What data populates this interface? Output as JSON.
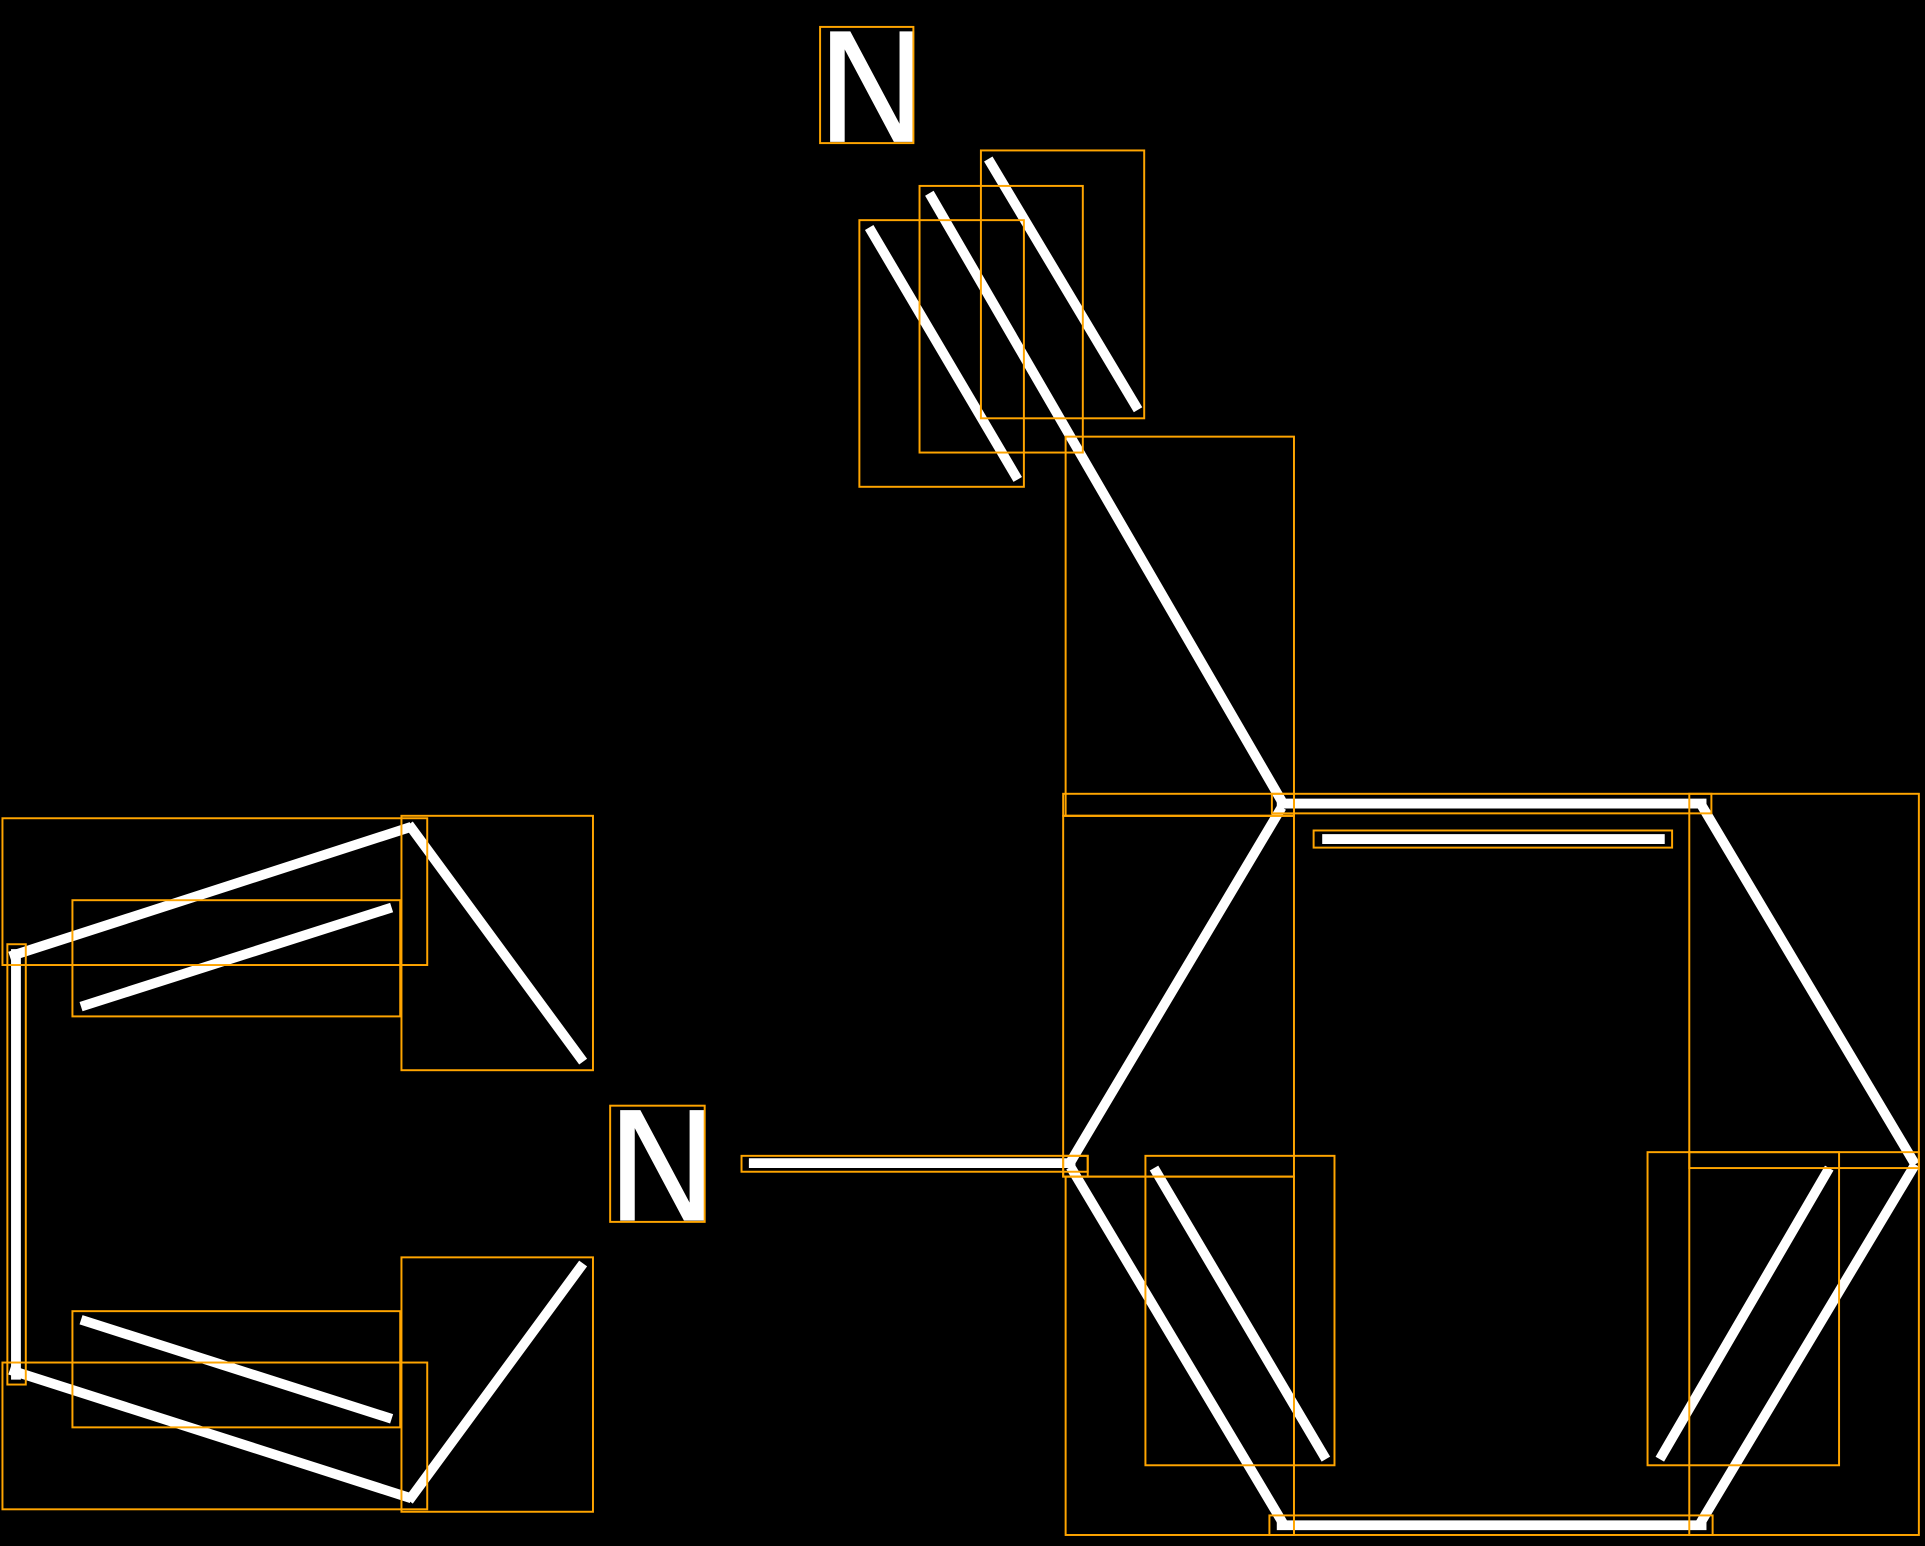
{
  "diagram": {
    "type": "chemical-structure",
    "atom_labels": [
      "N",
      "N"
    ],
    "colors": {
      "background": "#000000",
      "bond": "#ffffff",
      "bounding_box": "#ffa500"
    }
  }
}
